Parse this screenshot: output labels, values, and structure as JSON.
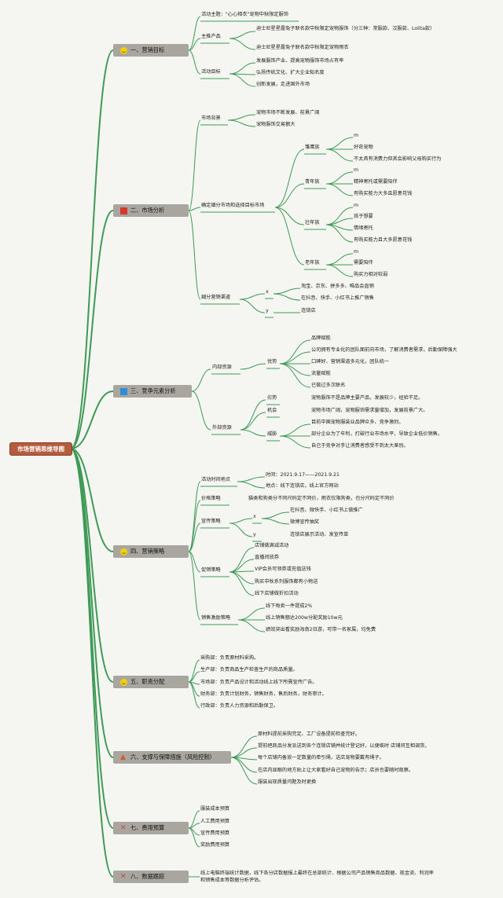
{
  "root": "市场营销思维导图",
  "branches": [
    {
      "title": "一、营销目标",
      "icon": "smile-icon"
    },
    {
      "title": "二、市场分析",
      "icon": "red-flag-icon"
    },
    {
      "title": "三、竞争元素分析",
      "icon": "blue-flag-icon"
    },
    {
      "title": "四、营销策略",
      "icon": "smile-icon"
    },
    {
      "title": "五、职责分配",
      "icon": "smile-icon"
    },
    {
      "title": "六、支撑与保障措施（风险控制）",
      "icon": "warning-icon"
    },
    {
      "title": "七、费用预算",
      "icon": "tools-icon"
    },
    {
      "title": "八、数据跟踪",
      "icon": "tools-icon"
    }
  ],
  "text": {
    "b1": {
      "theme": "活动主题：\"心心相衣\"宠物中秋限定服饰",
      "product": "主推产品",
      "product_items": [
        "迪士尼星星露兔子联名款中秋限定宠物服饰（分三种：常服款、汉服款、Lolita款）",
        "迪士尼星星露兔子联名款中秋限定宠物雨衣"
      ],
      "goal": "活动目标",
      "goal_items": [
        "发展服饰产业、提高宠物服饰市场占有率",
        "弘扬传统文化、扩大企业知名度",
        "创新发展，走进国外市场"
      ]
    },
    "b2": {
      "bg": "市场背景",
      "bg_items": [
        "宠物市场不断发展、前景广阔",
        "宠物服饰交易额大"
      ],
      "seg": "确定细分市场和选择目标市场",
      "groups": [
        {
          "name": "雏鹰族",
          "items": [
            "m",
            "好奇宠物",
            "不太具有消费力但其会影响父母购买行为"
          ]
        },
        {
          "name": "青年族",
          "items": [
            "m",
            "精神寄托或需要陪伴",
            "有购买能力大多且愿意花钱"
          ]
        },
        {
          "name": "壮年族",
          "items": [
            "m",
            "孩子想要",
            "情绪寄托",
            "有购买能力且大多愿意花钱"
          ]
        },
        {
          "name": "老年族",
          "items": [
            "m",
            "需要陪伴",
            "购买力相对较弱"
          ]
        }
      ],
      "channel": "细分营销渠道",
      "x": "x",
      "x_items": [
        "淘宝、京东、拼多多、唯品会直销",
        "在抖音、快手、小红书上推广销售"
      ],
      "y": "y",
      "y_item": "连锁店"
    },
    "b3": {
      "internal": "内部资源",
      "adv": "优势",
      "adv_items": [
        "品牌赋能",
        "公司拥有专业化的团队面前向市场，了解消费者需求，后勤保障强大",
        "口碑好、营销渠道多元化，团队统一",
        "流量赋能",
        "已做过多次联名"
      ],
      "external": "外部资源",
      "dis": "劣势",
      "dis_item": "宠物服饰不是品牌主要产品，发展较少，经验不足。",
      "opp": "机会",
      "opp_item": "宠物市场广阔，宠物服饰需求量增加，发展前景广大。",
      "threat": "威胁",
      "threat_items": [
        "目前中国宠物服装业品牌众多、竞争激烈。",
        "部分企业为了牟利，打破行业市场水平，导致企业低价销售。",
        "自己于竞争对手让消费者感受不到太大差别。"
      ]
    },
    "b4": {
      "time": "活动时间地点",
      "time_items": [
        "时间：2021.9.17——2021.9.21",
        "地点：线下连锁店，线上官方网站"
      ],
      "price": "价格策略",
      "price_item": "猫类和狗类分不同尺码定不同价，雨衣仅限狗类，也分尺码定不同价",
      "promo": "宣传策略",
      "x": "x",
      "x_items": [
        "在抖音、微快手、小红书上做推广",
        "微博宣传抽奖"
      ],
      "y": "y",
      "y_item": "连锁店展示活动、发宣传单",
      "sales": "促销策略",
      "sales_items": [
        "店铺做满减活动",
        "直播间放券",
        "VIP会员可领券或充值送钱",
        "购买中秋系列服饰都有小物送",
        "线下店铺做折扣活动"
      ],
      "incent": "销售激励策略",
      "incent_items": [
        "线下每卖一件提成2%",
        "线上销售额达200w分配奖励10w元",
        "绩效突出看奖励海南2日游，可带一名家属，均免费"
      ]
    },
    "b5": {
      "items": [
        "采购部：负责原材料采购。",
        "生产部：负责商品生产检查生产的商品质量。",
        "市场部：负责产品设计和活动线上线下所需宣传广告。",
        "财务部：负责计划财务，销售财务，售后财务，财务审计。",
        "行政部：负责人力资源和后勤保卫。"
      ]
    },
    "b6": {
      "items": [
        "原材料提前采购完足、工厂设备提前检查完好。",
        "提前把商品分发派送到各个连锁店铺并统计登记好，以便临时 店铺间互相调货。",
        "每个店铺内备放一定数量的牵引绳，送店宠物要戴有绳子。",
        "在店内显眼的地方贴上让大家看好自己宠物的告示；店员也要随时观察。",
        "服装出现质量问题及时更换"
      ]
    },
    "b7": {
      "items": [
        "服装成本预算",
        "人工费用预算",
        "宣传费用预算",
        "奖励费用预算"
      ]
    },
    "b8": {
      "item": "线上电脑终端统计数据，线下各分店数据报上最终在总部统计、根据公司产品销售商品数据、现金流、利润率和销售成本等数据分析评估。"
    }
  }
}
